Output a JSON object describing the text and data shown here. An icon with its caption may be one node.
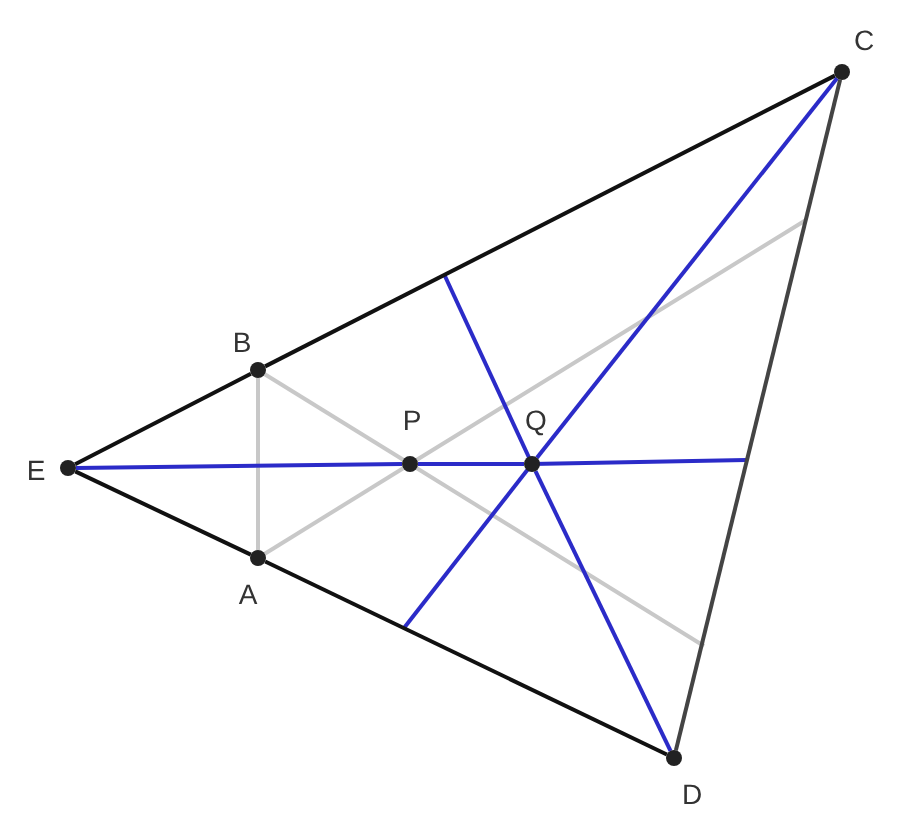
{
  "diagram": {
    "nodes": [
      {
        "text": [],
        "shape": "circle",
        "beside": [
          "C"
        ]
      },
      {
        "text": [],
        "shape": "circle",
        "beside": [
          "B"
        ]
      },
      {
        "text": [],
        "shape": "circle",
        "beside": [
          "E"
        ]
      },
      {
        "text": [],
        "shape": "circle",
        "beside": [
          "P"
        ]
      },
      {
        "text": [],
        "shape": "circle",
        "beside": [
          "Q"
        ]
      },
      {
        "text": [],
        "shape": "circle",
        "beside": [
          "A"
        ]
      },
      {
        "text": [],
        "shape": "circle",
        "beside": [
          "D"
        ]
      }
    ],
    "edges": [
      {
        "from": 2,
        "to": 1,
        "arrow": "none"
      },
      {
        "from": 1,
        "to": 0,
        "arrow": "none"
      },
      {
        "from": 0,
        "to": 6,
        "arrow": "none",
        "color": "#444444"
      },
      {
        "from": 6,
        "to": 5,
        "arrow": "none"
      },
      {
        "from": 5,
        "to": 2,
        "arrow": "none"
      },
      {
        "from": 1,
        "to": 5,
        "arrow": "none",
        "color": "#c8c8c8"
      },
      {
        "from": 1,
        "to": 3,
        "arrow": "none",
        "color": "#c8c8c8"
      },
      {
        "from": 5,
        "to": 3,
        "arrow": "none",
        "color": "#c8c8c8"
      },
      {
        "from": 2,
        "to": 3,
        "arrow": "none",
        "color": "#2b2bc8"
      },
      {
        "from": 3,
        "to": 4,
        "arrow": "none",
        "color": "#2b2bc8"
      },
      {
        "from": 0,
        "to": 4,
        "arrow": "none",
        "color": "#2b2bc8"
      },
      {
        "from": 4,
        "to": 6,
        "arrow": "none",
        "color": "#2b2bc8"
      }
    ]
  }
}
